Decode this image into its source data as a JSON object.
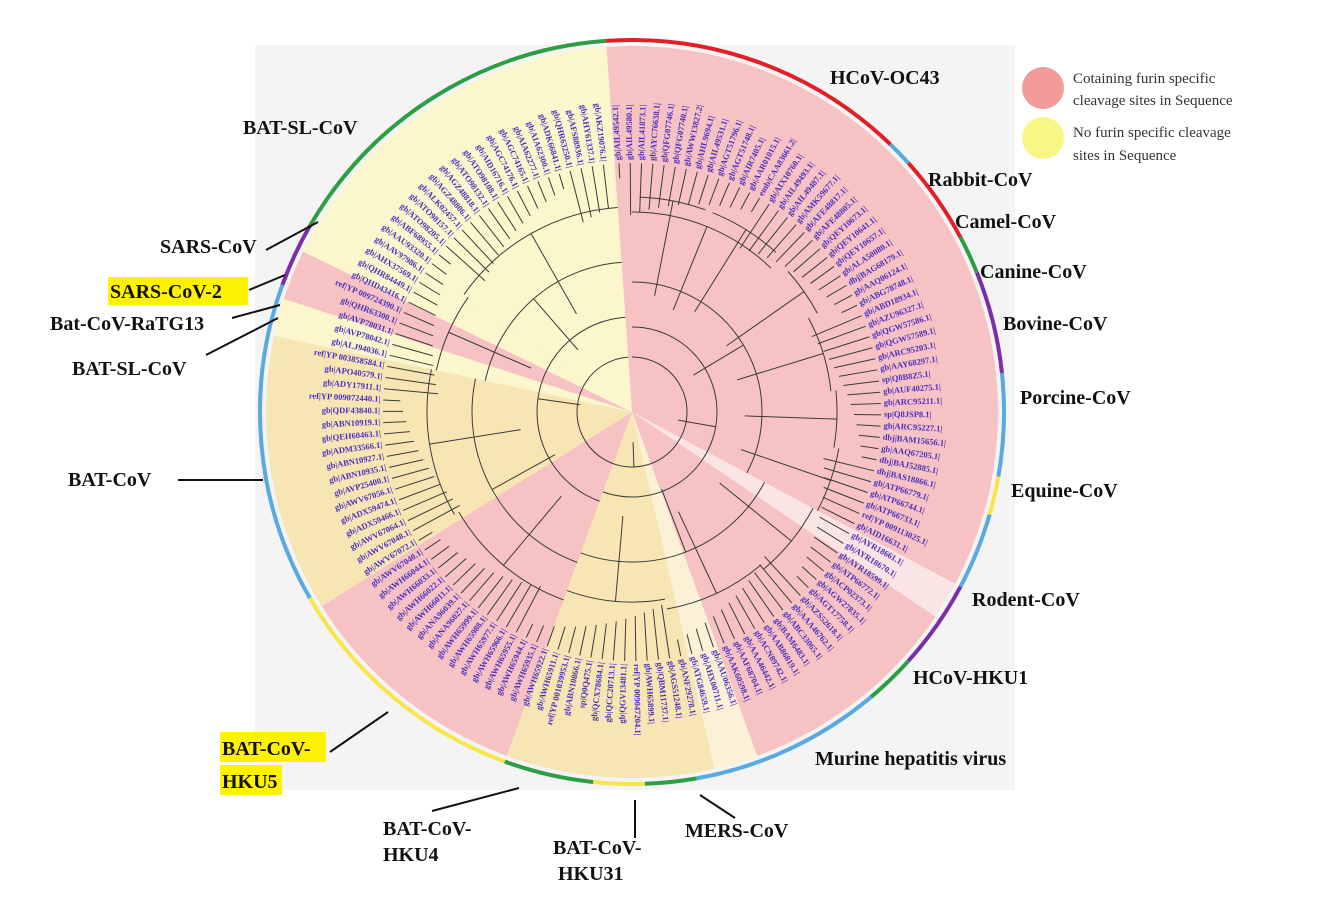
{
  "legend": {
    "items": [
      {
        "color": "#f39a9a",
        "line1": "Cotaining  furin specific",
        "line2": "cleavage sites in Sequence"
      },
      {
        "color": "#f7f785",
        "line1": "No  furin specific cleavage",
        "line2": "sites in Sequence"
      }
    ]
  },
  "colors": {
    "furin_fill": "#f6b8ba",
    "no_furin_fill": "#fbf6c4",
    "no_furin_fill_alt": "#f7e3a8",
    "highlight": "#fff200",
    "ring_red": "#e21f26",
    "ring_green": "#2e9e45",
    "ring_blue": "#5aa9e0",
    "ring_purple": "#7a2fa8",
    "ring_yellow": "#f7e64a"
  },
  "clades": [
    {
      "key": "hcov-oc43",
      "label": "HCoV-OC43"
    },
    {
      "key": "rabbit-cov",
      "label": "Rabbit-CoV"
    },
    {
      "key": "camel-cov",
      "label": "Camel-CoV"
    },
    {
      "key": "canine-cov",
      "label": "Canine-CoV"
    },
    {
      "key": "bovine-cov",
      "label": "Bovine-CoV"
    },
    {
      "key": "porcine-cov",
      "label": "Porcine-CoV"
    },
    {
      "key": "equine-cov",
      "label": "Equine-CoV"
    },
    {
      "key": "rodent-cov",
      "label": "Rodent-CoV"
    },
    {
      "key": "hcov-hku1",
      "label": "HCoV-HKU1"
    },
    {
      "key": "murine",
      "label": "Murine hepatitis virus"
    },
    {
      "key": "mers-cov",
      "label": "MERS-CoV"
    },
    {
      "key": "bat-cov-hku31",
      "label1": "BAT-CoV-",
      "label2": "HKU31"
    },
    {
      "key": "bat-cov-hku4",
      "label1": "BAT-CoV-",
      "label2": "HKU4"
    },
    {
      "key": "bat-cov-hku5",
      "label1": "BAT-CoV-",
      "label2": "HKU5"
    },
    {
      "key": "bat-cov",
      "label": "BAT-CoV"
    },
    {
      "key": "bat-sl-cov-lower",
      "label": "BAT-SL-CoV"
    },
    {
      "key": "bat-cov-ratg13",
      "label": "Bat-CoV-RaTG13"
    },
    {
      "key": "sars-cov-2",
      "label": "SARS-CoV-2"
    },
    {
      "key": "sars-cov",
      "label": "SARS-CoV"
    },
    {
      "key": "bat-sl-cov-upper",
      "label": "BAT-SL-CoV"
    }
  ],
  "leaves": [
    "gb|AIL49542.1|",
    "gb|AIL49580.1|",
    "gb|AIL41873.1|",
    "gb|AYC76638.1|",
    "gb|QFG07746.1|",
    "gb|QFG07740.1|",
    "gb|AWW13827.2|",
    "gb|AHL9694.1|",
    "gb|AIL49531.1|",
    "gb|AGT51796.1|",
    "gb|AGT51748.1|",
    "gb|AIR7405.1|",
    "gb|AAR01015.1|",
    "emb|CAA83661.2|",
    "gb|AIX10760.1|",
    "gb|AIL49493.1|",
    "gb|AIL49487.1|",
    "gb|AMK59677.1|",
    "gb|AFE48817.1|",
    "gb|AFE48805.1|",
    "gb|QEY10673.1|",
    "gb|QEY10641.1|",
    "gb|QEY10657.1|",
    "gb|ALA50080.1|",
    "dbj|BAG68179.1|",
    "gb|AAQ06124.1|",
    "gb|ABG78748.1|",
    "gb|ABD18934.1|",
    "gb|AZU96327.1|",
    "gb|QGW57586.1|",
    "gb|QGW57589.1|",
    "gb|ARC95203.1|",
    "gb|AAY68297.1|",
    "sp|Q8B8Z5.1|",
    "gb|AUF40275.1|",
    "gb|ARC95211.1|",
    "sp|Q8JSP8.1|",
    "gb|ARC95227.1|",
    "dbj|BAM15656.1|",
    "gb|AAQ67205.1|",
    "dbj|BAJ52885.1|",
    "dbj|BAS18866.1|",
    "gb|ATP66779.1|",
    "gb|ATP66744.1|",
    "gb|ATP66733.1|",
    "ref|YP 009113025.1|",
    "gb|AID16631.1|",
    "gb|AYR18661.1|",
    "gb|AYR18670.1|",
    "gb|AYR18599.1|",
    "gb|ATP66772.1|",
    "gb|ACP02373.1|",
    "gb|AGW27835.1|",
    "gb|AGT17758.1|",
    "gb|AZS52618.1|",
    "gb|AAA46762.1|",
    "gb|ABC33065.1|",
    "gb|BAM6483.1|",
    "gb|AAB86819.1|",
    "gb|ACN89742.1|",
    "gb|AAA46442.1|",
    "gb|AAF68704.1|",
    "gb|AAK60598.1|",
    "gb|AAU06356.1|",
    "gb|AHX00711.1|",
    "gb|ATG84659.1|",
    "gb|ANF29278.1|",
    "gb|AGS51248.1|",
    "gb|QBM11737.1|",
    "gb|AWH65899.1|",
    "ref|YP 009047204.1|",
    "gb|QGV13481.1|",
    "gb|QCC20713.1|",
    "gb|QCX78684.1|",
    "sp|Q0Q475.1|",
    "gb|ABN10866.1|",
    "ref|YP 001039953.1|",
    "gb|AWH65911.1|",
    "gb|AWH65922.1|",
    "gb|AWH65935.1|",
    "gb|AWH65944.1|",
    "gb|AWH65955.1|",
    "gb|AWH65966.1|",
    "gb|AWH65977.1|",
    "gb|AWH65988.1|",
    "gb|AWH65999.1|",
    "gb|ANA96027.1|",
    "gb|ANA96039.1|",
    "gb|AWH66011.1|",
    "gb|AWH66022.1|",
    "gb|AWH66033.1|",
    "gb|AWH66044.1|",
    "gb|AWV67040.1|",
    "gb|AWV67072.1|",
    "gb|AWV67048.1|",
    "gb|AWV67064.1|",
    "gb|ADX59466.1|",
    "gb|ADX59474.1|",
    "gb|AWV67056.1|",
    "gb|AVP25400.1|",
    "gb|ABN10935.1|",
    "gb|ABN10927.1|",
    "gb|ADM33566.1|",
    "gb|QEH60463.1|",
    "gb|ABN10919.1|",
    "gb|QDF43840.1|",
    "ref|YP 009072440.1|",
    "gb|ADY17911.1|",
    "gb|APO40579.1|",
    "ref|YP 003858584.1|",
    "gb|ALJ94036.1|",
    "gb|AVP78042.1|",
    "gb|AVP78031.1|",
    "gb|QHR63300.1|",
    "ref|YP 009724390.1|",
    "gb|QHD43416.1|",
    "gb|QHR84449.1|",
    "gb|AHX37569.1|",
    "gb|AAV97986.1|",
    "gb|AAU93320.1|",
    "gb|ABF68955.1|",
    "gb|ATO98205.1|",
    "gb|ATO98157.1|",
    "gb|ALK02457.1|",
    "gb|AGZ48806.1|",
    "gb|AGZ48818.1|",
    "gb|ATO98132.1|",
    "gb|ATO98108.1|",
    "gb|AID16716.1|",
    "gb|AGC74176.1|",
    "gb|AGC74165.1|",
    "gb|AIA62277.1|",
    "gb|AIA62300.1|",
    "gb|ADK66841.1|",
    "gb|QHR63250.1|",
    "gb|AFS88936.1|",
    "gb|AHY61337.1|",
    "gb|AKZ19076.1|"
  ]
}
